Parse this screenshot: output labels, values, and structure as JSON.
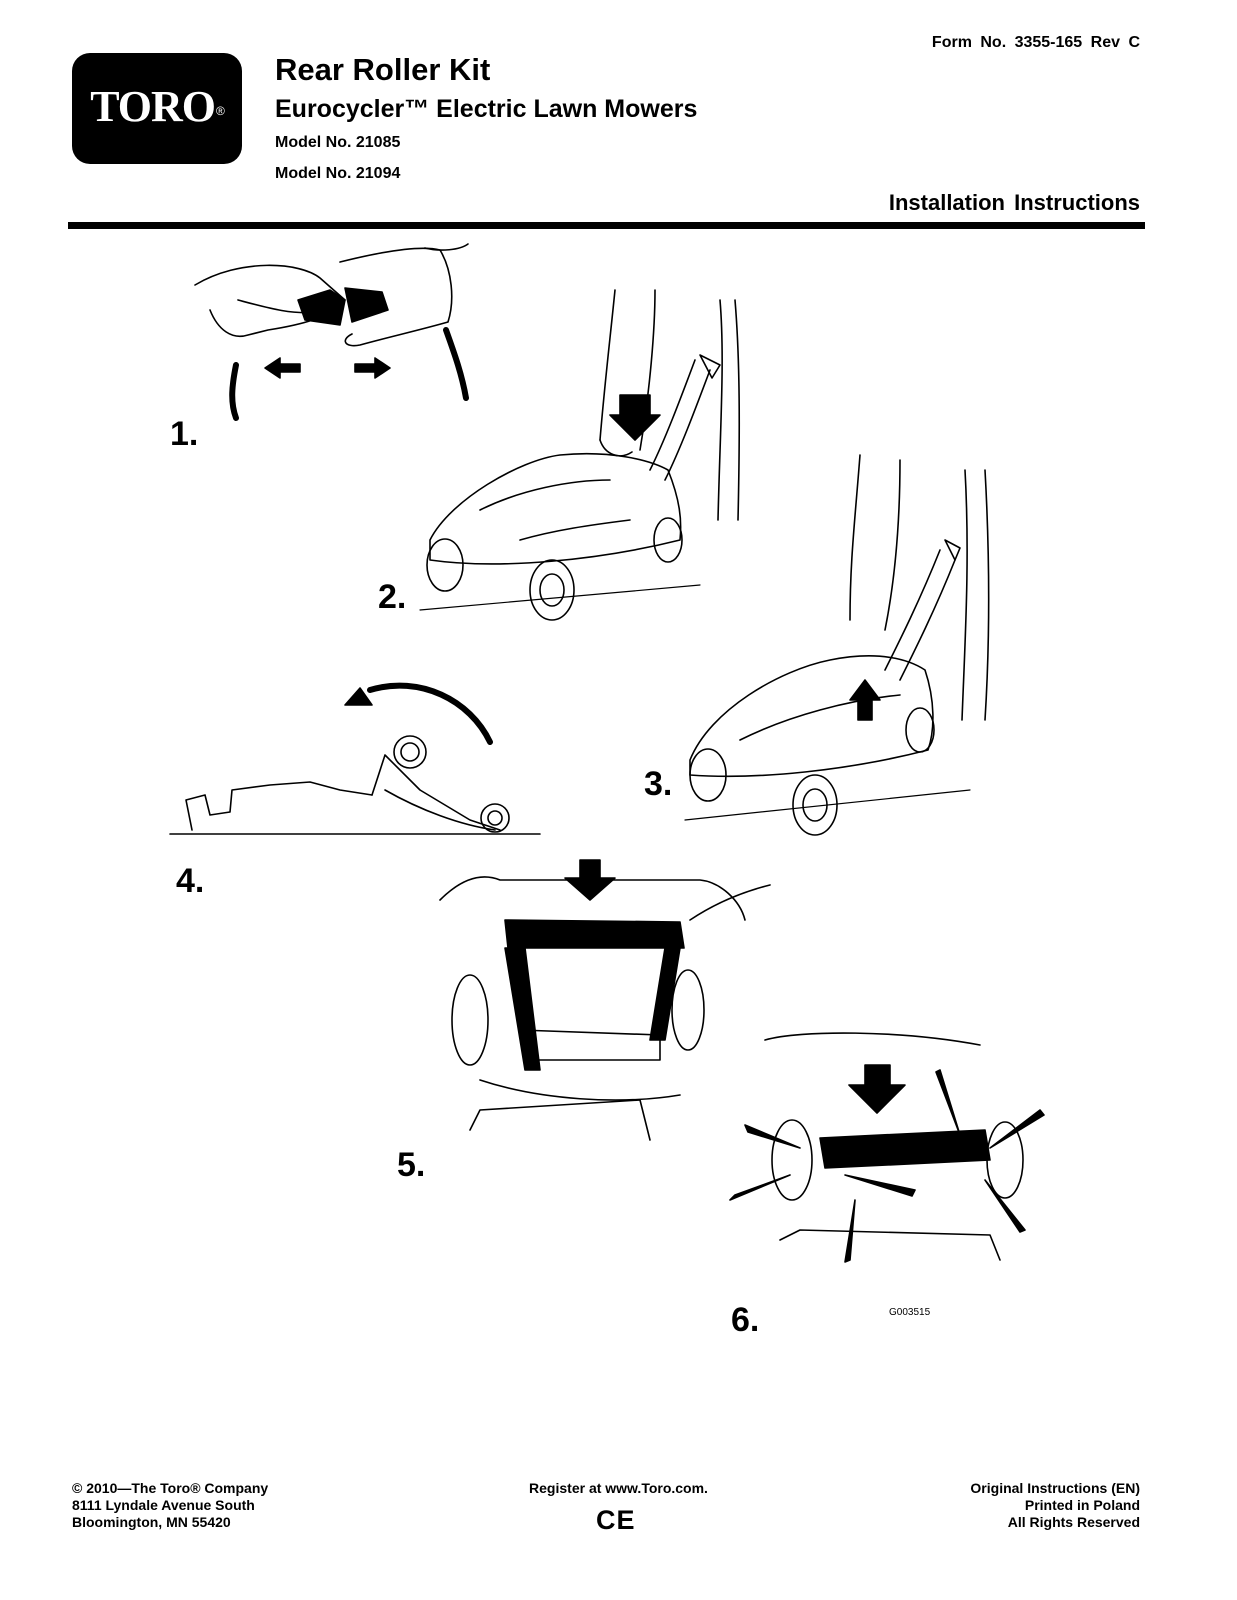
{
  "header": {
    "logo_text": "TORO",
    "logo_reg": "®",
    "form_no": "Form No.  3355-165 Rev C",
    "title": "Rear Roller Kit",
    "subtitle": "Eurocycler™ Electric Lawn Mowers",
    "models": [
      "Model No.  21085",
      "Model No.  21094"
    ],
    "doc_type": "Installation Instructions"
  },
  "steps": [
    "1.",
    "2.",
    "3.",
    "4.",
    "5.",
    "6."
  ],
  "figure_code": "G003515",
  "footer": {
    "left": [
      "© 2010—The Toro® Company",
      "8111 Lyndale Avenue South",
      "Bloomington, MN 55420"
    ],
    "center": "Register at www.Toro.com.",
    "ce_mark": "CE",
    "right": [
      "Original Instructions (EN)",
      "Printed in Poland",
      "All Rights Reserved"
    ]
  }
}
